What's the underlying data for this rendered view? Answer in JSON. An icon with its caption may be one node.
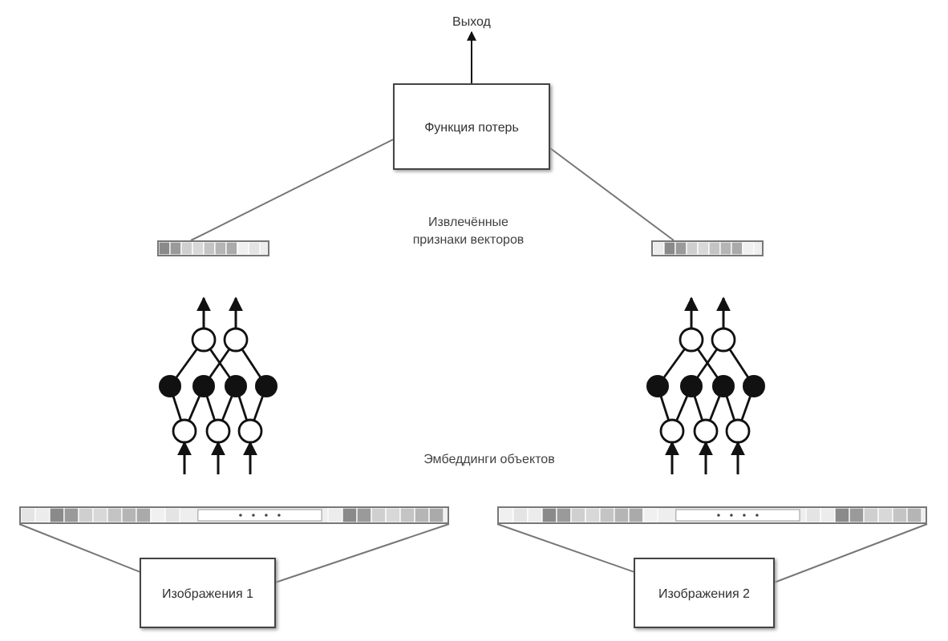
{
  "diagram": {
    "nodes": [
      {
        "text": [
          "Выход"
        ]
      },
      {
        "text": [
          "Функция потерь"
        ]
      },
      {
        "text": [],
        "shape": "bar"
      },
      {
        "text": [],
        "shape": "bar"
      },
      {
        "text": [],
        "shape": "bar"
      },
      {
        "text": [],
        "shape": "bar"
      },
      {
        "text": [
          "Изображения 1"
        ]
      },
      {
        "text": [
          "Изображения 2"
        ]
      }
    ],
    "edges": [
      {
        "from": 1,
        "to": 0,
        "arrow": "to",
        "color": "#111111"
      },
      {
        "from": 2,
        "to": 1,
        "arrow": "none"
      },
      {
        "from": 3,
        "to": 1,
        "arrow": "none"
      },
      {
        "from": 6,
        "to": 4,
        "arrow": "none"
      },
      {
        "from": 6,
        "to": 4,
        "arrow": "none"
      },
      {
        "from": 7,
        "to": 5,
        "arrow": "none"
      },
      {
        "from": 7,
        "to": 5,
        "arrow": "none"
      }
    ],
    "labels": [
      "Извлечённые признаки векторов",
      "Эмбеддинги объектов"
    ]
  }
}
